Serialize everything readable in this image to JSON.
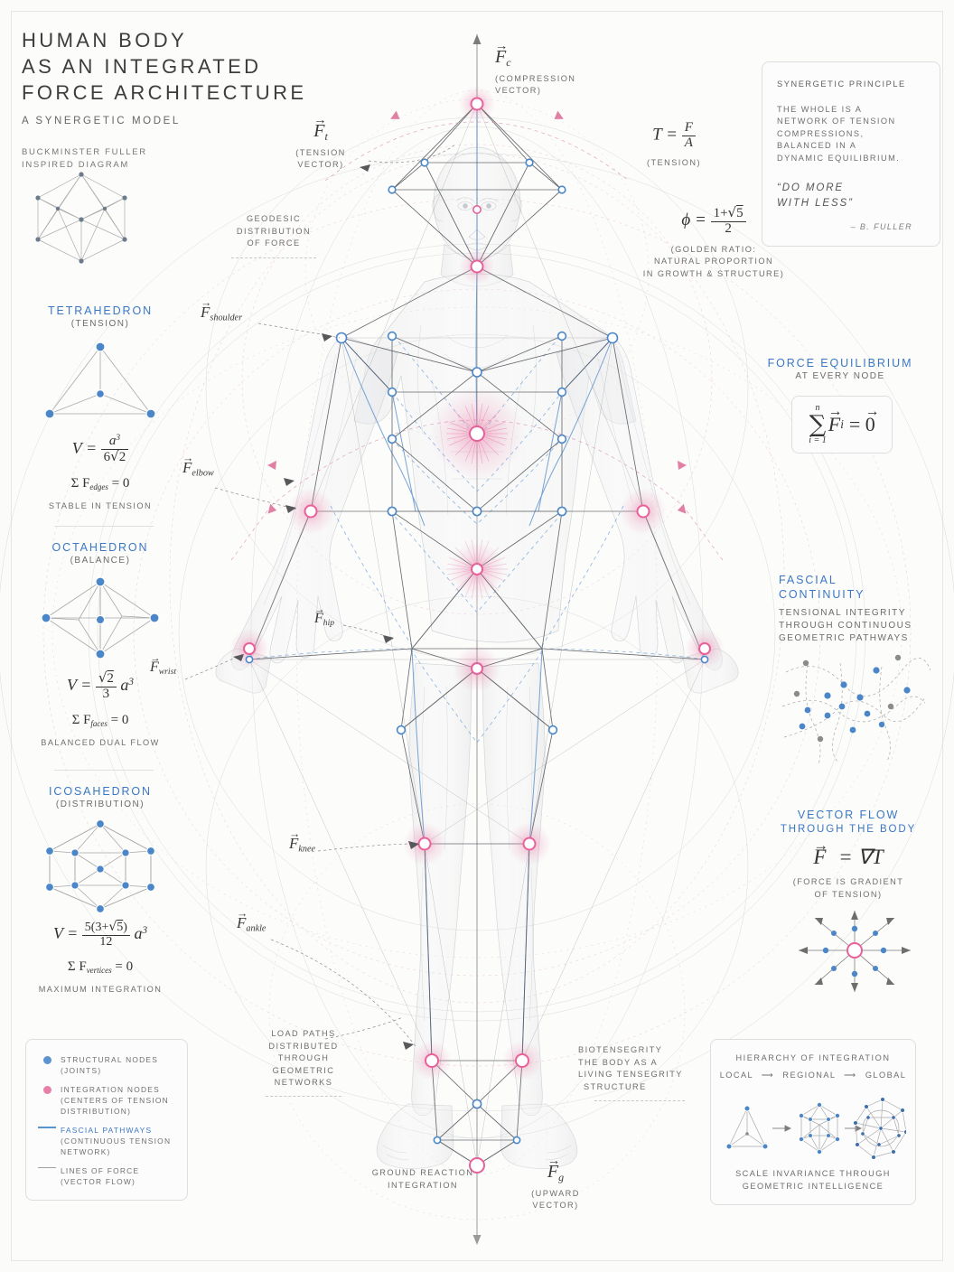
{
  "header": {
    "title_lines": [
      "HUMAN BODY",
      "AS AN INTEGRATED",
      "FORCE ARCHITECTURE"
    ],
    "subtitle": "A SYNERGETIC MODEL",
    "credit_lines": [
      "BUCKMINSTER FULLER",
      "INSPIRED DIAGRAM"
    ]
  },
  "colors": {
    "accent_blue": "#3b78c3",
    "node_blue": "#4a86c8",
    "node_pink": "#e87fa8",
    "line_grey": "#8a8a8a",
    "paper": "#fbfbfa"
  },
  "polyhedra": [
    {
      "name": "TETRAHEDRON",
      "quality": "(TENSION)",
      "volume_label": "V =",
      "volume_num": "a",
      "volume_num_sup": "3",
      "volume_den": "6√2",
      "sum_label": "Σ F",
      "sum_sub": "edges",
      "sum_eq": "= 0",
      "note": "STABLE IN TENSION"
    },
    {
      "name": "OCTAHEDRON",
      "quality": "(BALANCE)",
      "volume_label": "V =",
      "volume_num": "√2",
      "volume_den": "3",
      "volume_tail": "a",
      "volume_tail_sup": "3",
      "sum_label": "Σ F",
      "sum_sub": "faces",
      "sum_eq": "= 0",
      "note": "BALANCED DUAL FLOW"
    },
    {
      "name": "ICOSAHEDRON",
      "quality": "(DISTRIBUTION)",
      "volume_label": "V =",
      "volume_num": "5(3+√5)",
      "volume_den": "12",
      "volume_tail": "a",
      "volume_tail_sup": "3",
      "sum_label": "Σ F",
      "sum_sub": "vertices",
      "sum_eq": "= 0",
      "note": "MAXIMUM INTEGRATION"
    }
  ],
  "legend": {
    "items": [
      {
        "key": "dot-blue",
        "label": "STRUCTURAL NODES",
        "sub": "(JOINTS)",
        "color": "#4a86c8",
        "accent": false
      },
      {
        "key": "dot-pink",
        "label": "INTEGRATION NODES",
        "sub": "(CENTERS OF TENSION\nDISTRIBUTION)",
        "color": "#e87fa8",
        "accent": false
      },
      {
        "key": "line-blue",
        "label": "FASCIAL PATHWAYS",
        "sub": "(CONTINUOUS TENSION\nNETWORK)",
        "color": "#4a86c8",
        "accent": true
      },
      {
        "key": "line-grey",
        "label": "LINES OF FORCE",
        "sub": "(VECTOR FLOW)",
        "color": "#9a9a9a",
        "accent": false
      }
    ]
  },
  "center": {
    "compression": {
      "symbol": "F",
      "sub": "c",
      "caption_lines": [
        "(COMPRESSION",
        "VECTOR)"
      ]
    },
    "tension": {
      "symbol": "F",
      "sub": "t",
      "caption_lines": [
        "(TENSION",
        "VECTOR)"
      ]
    },
    "gravity": {
      "symbol": "F",
      "sub": "g",
      "caption_lines": [
        "(UPWARD",
        "VECTOR)"
      ]
    },
    "geodesic_lines": [
      "GEODESIC",
      "DISTRIBUTION",
      "OF FORCE"
    ],
    "load_paths_lines": [
      "LOAD PATHS",
      "DISTRIBUTED",
      "THROUGH",
      "GEOMETRIC",
      "NETWORKS"
    ],
    "ground_reaction_lines": [
      "GROUND REACTION",
      "INTEGRATION"
    ],
    "biotensegrity_lines": [
      "BIOTENSEGRITY",
      "THE BODY AS A",
      "LIVING TENSEGRITY",
      "STRUCTURE"
    ],
    "joint_labels": [
      {
        "symbol": "F",
        "sub": "shoulder"
      },
      {
        "symbol": "F",
        "sub": "elbow"
      },
      {
        "symbol": "F",
        "sub": "wrist"
      },
      {
        "symbol": "F",
        "sub": "hip"
      },
      {
        "symbol": "F",
        "sub": "knee"
      },
      {
        "symbol": "F",
        "sub": "ankle"
      }
    ]
  },
  "formulas": {
    "tension": {
      "lhs": "T =",
      "num": "F",
      "den": "A",
      "caption": "(TENSION)"
    },
    "golden": {
      "lhs": "ϕ =",
      "num": "1+√5",
      "den": "2",
      "caption_lines": [
        "(GOLDEN RATIO:",
        "NATURAL PROPORTION",
        "IN GROWTH & STRUCTURE)"
      ]
    }
  },
  "panels": {
    "synergetic": {
      "title": "SYNERGETIC PRINCIPLE",
      "body_lines": [
        "THE WHOLE IS A",
        "NETWORK OF TENSION",
        "COMPRESSIONS,",
        "BALANCED IN A",
        "DYNAMIC EQUILIBRIUM."
      ],
      "quote_lines": [
        "“DO MORE",
        " WITH LESS”"
      ],
      "attribution": "– B. FULLER"
    },
    "equilibrium": {
      "title": "FORCE EQUILIBRIUM",
      "subtitle": "AT EVERY NODE",
      "sum_top": "n",
      "sum_sign": "∑",
      "sum_bottom": "i = 1",
      "expr_symbol": "F",
      "expr_sub": "i",
      "expr_tail": "= 0"
    },
    "fascial": {
      "title_lines": [
        "FASCIAL",
        "CONTINUITY"
      ],
      "body_lines": [
        "TENSIONAL INTEGRITY",
        "THROUGH CONTINUOUS",
        "GEOMETRIC PATHWAYS"
      ]
    },
    "vector_flow": {
      "title": "VECTOR FLOW",
      "subtitle": "THROUGH THE BODY",
      "formula_lhs": "F",
      "formula_rhs": "= ∇T",
      "caption_lines": [
        "(FORCE IS GRADIENT",
        "OF TENSION)"
      ]
    },
    "hierarchy": {
      "title": "HIERARCHY OF INTEGRATION",
      "steps": [
        "LOCAL",
        "REGIONAL",
        "GLOBAL"
      ],
      "arrow": "⟶",
      "footer_lines": [
        "SCALE INVARIANCE THROUGH",
        "GEOMETRIC INTELLIGENCE"
      ]
    }
  }
}
